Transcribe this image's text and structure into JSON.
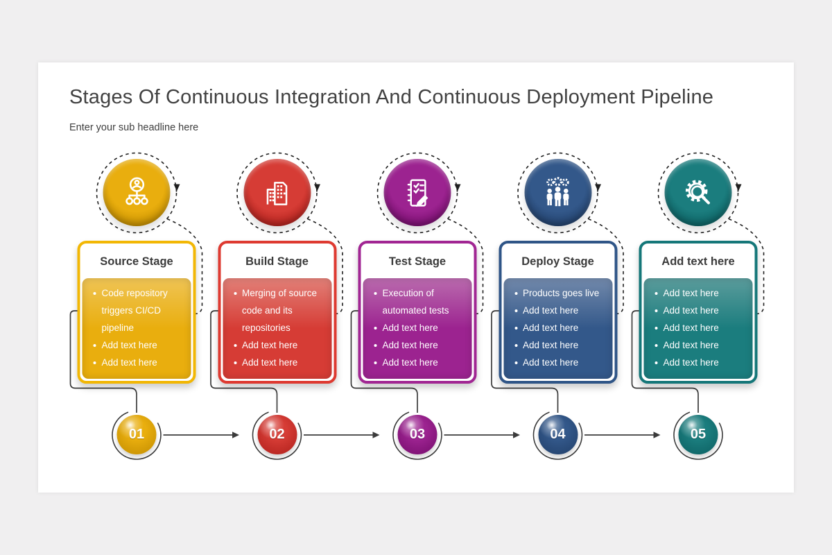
{
  "slide": {
    "title": "Stages Of Continuous Integration And Continuous Deployment Pipeline",
    "subtitle": "Enter your sub headline here",
    "page_background": "#f0eff0",
    "slide_background": "#ffffff",
    "line_color": "#3b3b3b",
    "dash_color": "#1f1f1f",
    "text_color": "#414141",
    "bullet_text_color": "#ffffff"
  },
  "stages": [
    {
      "number": "01",
      "title": "Source Stage",
      "icon": "org-chart-user-icon",
      "colors": {
        "main": "#E9AE0E",
        "light": "#EFC455",
        "dark": "#C18C00",
        "border": "#F2B705"
      },
      "bullets": [
        "Code repository triggers CI/CD pipeline",
        "Add text here",
        "Add text here"
      ]
    },
    {
      "number": "02",
      "title": "Build Stage",
      "icon": "buildings-icon",
      "colors": {
        "main": "#D63C35",
        "light": "#E28078",
        "dark": "#AE1F1B",
        "border": "#DE3A31"
      },
      "bullets": [
        "Merging of source code and its repositories",
        "Add text here",
        "Add text here"
      ]
    },
    {
      "number": "03",
      "title": "Test Stage",
      "icon": "checklist-pencil-icon",
      "colors": {
        "main": "#9C2390",
        "light": "#BA6BAE",
        "dark": "#750C6C",
        "border": "#A12693"
      },
      "bullets": [
        "Execution of automated tests",
        "Add text here",
        "Add text here",
        "Add text here"
      ]
    },
    {
      "number": "04",
      "title": "Deploy Stage",
      "icon": "team-gears-icon",
      "colors": {
        "main": "#33588A",
        "light": "#7289AB",
        "dark": "#213F69",
        "border": "#2F5587"
      },
      "bullets": [
        "Products goes live",
        "Add text here",
        "Add text here",
        "Add text here",
        "Add text here"
      ]
    },
    {
      "number": "05",
      "title": "Add text here",
      "icon": "gear-magnifier-icon",
      "colors": {
        "main": "#1B7D7E",
        "light": "#5B9C9C",
        "dark": "#0C5F61",
        "border": "#157779"
      },
      "bullets": [
        "Add text here",
        "Add text here",
        "Add text here",
        "Add text here",
        "Add text here"
      ]
    }
  ]
}
